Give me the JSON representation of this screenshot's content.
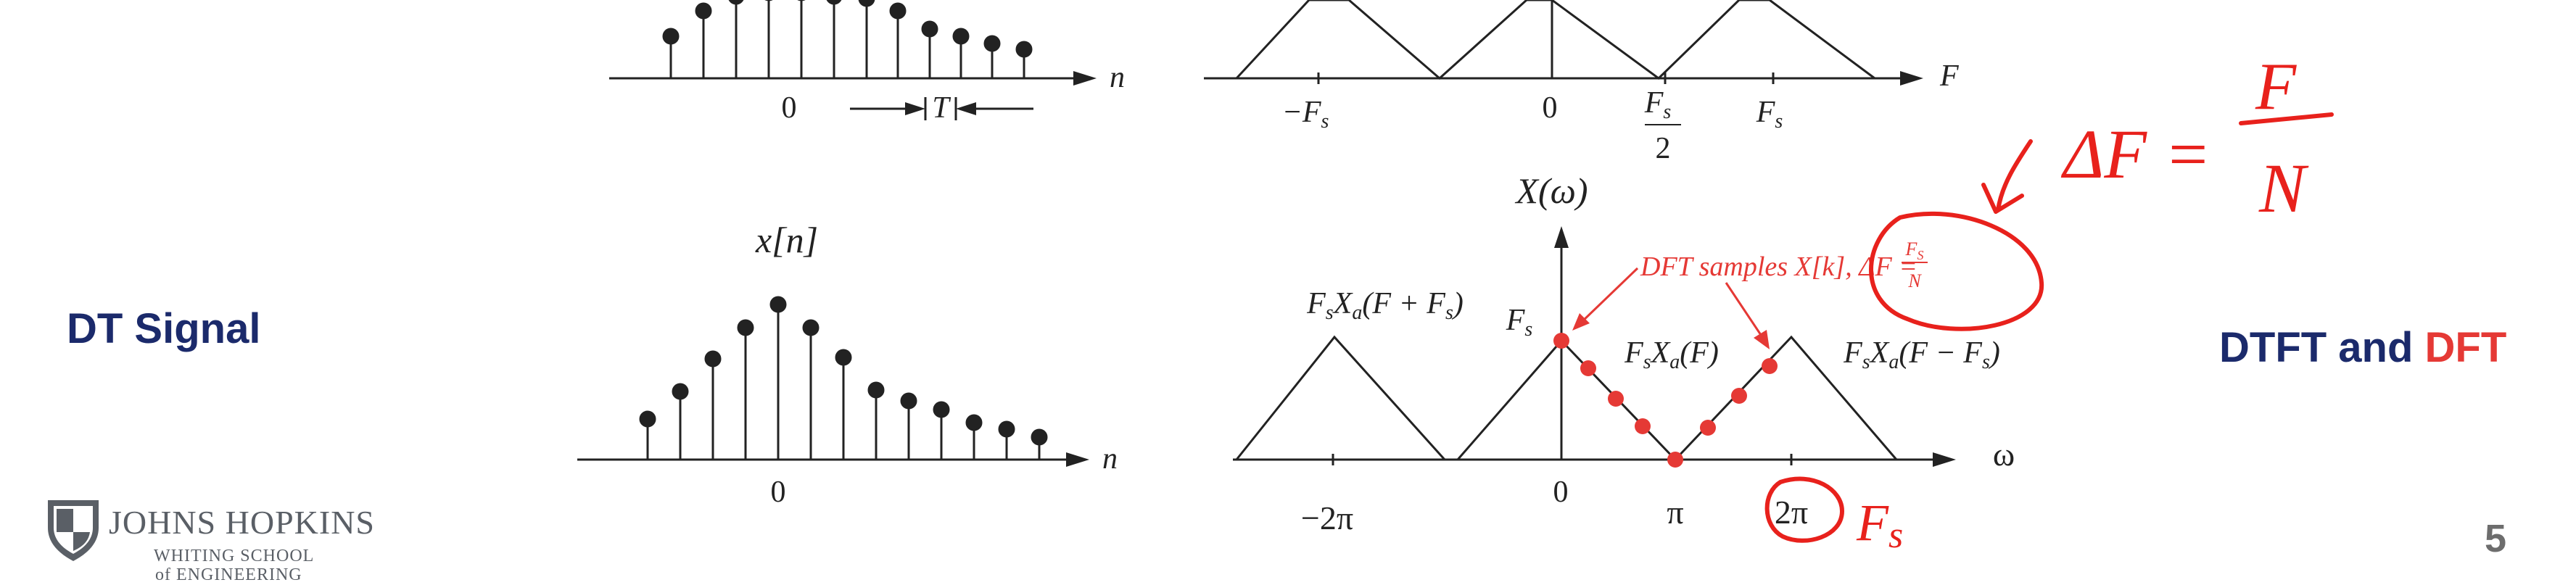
{
  "slide": {
    "left_label": "DT Signal",
    "right_label_part1": "DTFT and ",
    "right_label_part2": "DFT",
    "page_number": "5",
    "colors": {
      "navy": "#1b2a6b",
      "red": "#e53935",
      "annotation": "#e8211c"
    }
  },
  "logo": {
    "name": "JOHNS HOPKINS",
    "line1": "WHITING SCHOOL",
    "line2": "of ENGINEERING",
    "icon": "shield-icon"
  },
  "top_left_plot": {
    "zero": "0",
    "period": "T",
    "axis": "n"
  },
  "top_right_plot": {
    "neg_fs": "−F",
    "zero": "0",
    "fs_half_num": "F",
    "fs_half_den": "2",
    "fs": "F",
    "axis": "F",
    "sub": "s"
  },
  "signal_plot": {
    "title": "x[n]",
    "zero": "0",
    "axis": "n"
  },
  "spectrum_plot": {
    "title": "X(ω)",
    "fs": "F",
    "left_copy": "F",
    "left_copy_rest": "X",
    "left_copy_arg": "(F + F",
    "center_copy_arg": "(F)",
    "right_copy_arg": "(F − F",
    "dft_note": "DFT samples X[k], ΔF =",
    "tick_neg2pi": "−2π",
    "tick_zero": "0",
    "tick_pi": "π",
    "tick_2pi": "2π",
    "axis": "ω",
    "sub_s": "s",
    "sub_a": "a",
    "frac_num": "F",
    "frac_num_sub": "S",
    "frac_den": "N"
  },
  "handwriting": {
    "delta_f": "ΔF =",
    "num": "F",
    "den": "N",
    "fs_note": "F"
  }
}
